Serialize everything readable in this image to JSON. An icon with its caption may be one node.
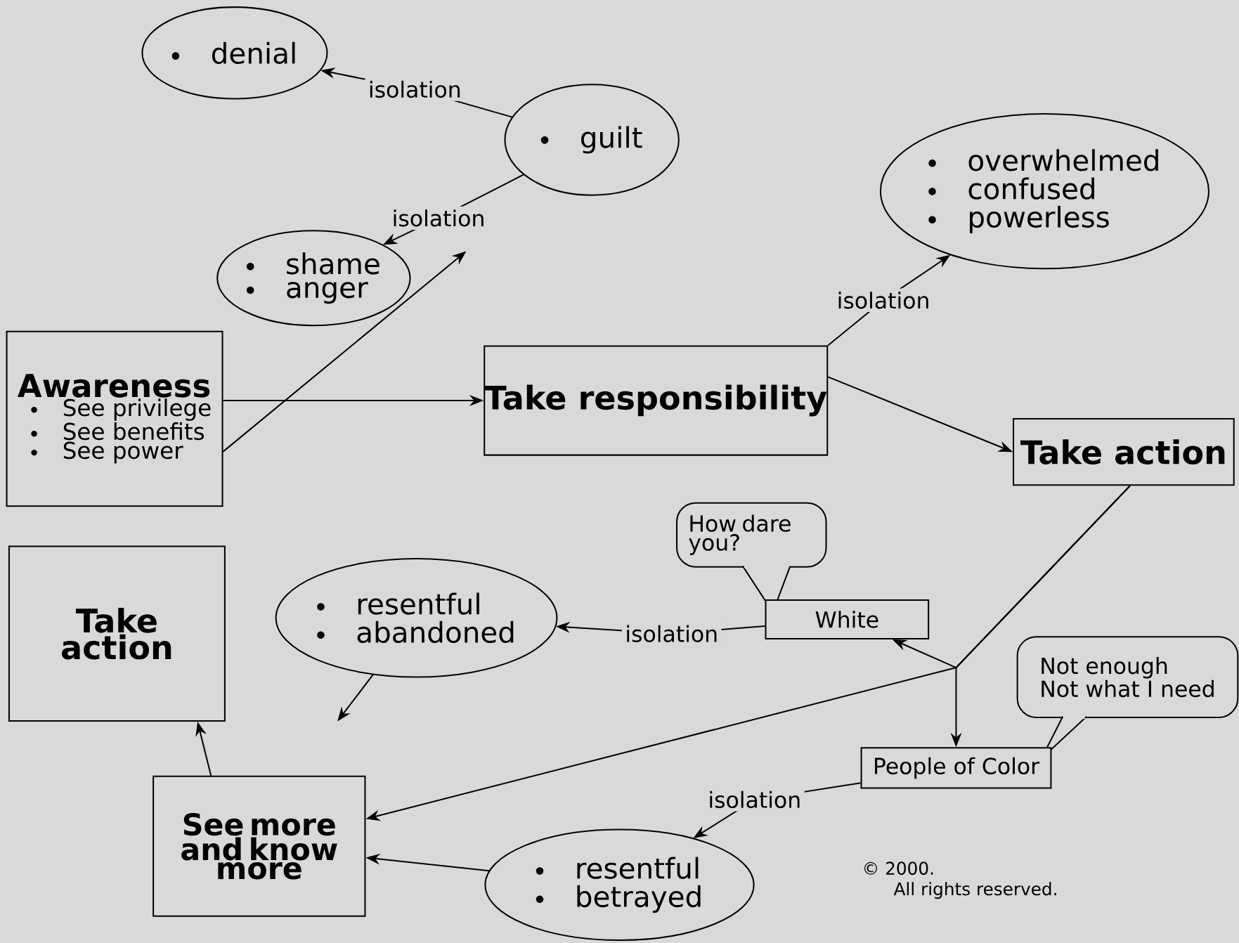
{
  "diagram": {
    "nodes": [
      {
        "text": [
          "denial"
        ]
      },
      {
        "text": [
          "guilt"
        ]
      },
      {
        "text": [
          "overwhelmed",
          "confused",
          "powerless"
        ]
      },
      {
        "text": [
          "shame",
          "anger"
        ]
      },
      {
        "text": [
          "Awareness",
          "See privilege",
          "See benefits",
          "See power"
        ]
      },
      {
        "text": [
          "Take responsibility"
        ]
      },
      {
        "text": [
          "Take action"
        ]
      },
      {
        "text": [
          "Take action"
        ]
      },
      {
        "text": [
          "How dare you?"
        ]
      },
      {
        "text": [
          "resentful",
          "abandoned"
        ]
      },
      {
        "text": [
          "White"
        ]
      },
      {
        "text": [
          "Not enough",
          "Not what I need"
        ]
      },
      {
        "text": [
          "People of Color"
        ]
      },
      {
        "text": [
          "See more and know more"
        ]
      },
      {
        "text": [
          "resentful",
          "betrayed"
        ]
      }
    ],
    "edges": [
      {
        "from": 1,
        "to": 0,
        "arrow": "to",
        "label": "isolation"
      },
      {
        "from": 1,
        "to": 3,
        "arrow": "to",
        "label": "isolation"
      },
      {
        "from": 4,
        "to": 5,
        "arrow": "to"
      },
      {
        "from": 4,
        "to": null,
        "arrow": "to"
      },
      {
        "from": 5,
        "to": 2,
        "arrow": "to",
        "label": "isolation"
      },
      {
        "from": 5,
        "to": 6,
        "arrow": "to"
      },
      {
        "from": 6,
        "to": 10,
        "arrow": "to"
      },
      {
        "from": 6,
        "to": 12,
        "arrow": "to"
      },
      {
        "from": 6,
        "to": 13,
        "arrow": "to"
      },
      {
        "from": 10,
        "to": 9,
        "arrow": "to",
        "label": "isolation"
      },
      {
        "from": 9,
        "to": null,
        "arrow": "to"
      },
      {
        "from": 12,
        "to": 14,
        "arrow": "to",
        "label": "isolation"
      },
      {
        "from": 14,
        "to": 13,
        "arrow": "to"
      },
      {
        "from": 13,
        "to": 7,
        "arrow": "to"
      }
    ],
    "labels": [
      "© 2000.",
      "All rights reserved."
    ]
  }
}
